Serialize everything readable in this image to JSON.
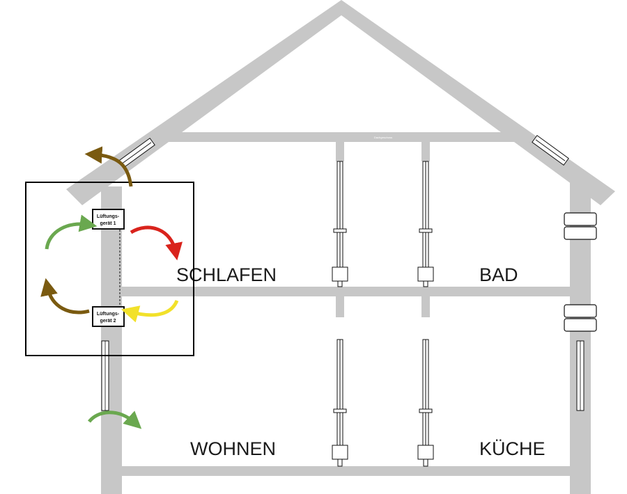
{
  "rooms": {
    "schlafen": "SCHLAFEN",
    "bad": "BAD",
    "wohnen": "WOHNEN",
    "kueche": "KÜCHE"
  },
  "units": {
    "unit1_line1": "Lüftungs-",
    "unit1_line2": "gerät 1",
    "unit2_line1": "Lüftungs-",
    "unit2_line2": "gerät 2"
  },
  "attic": {
    "label": "Dachgeschoss"
  },
  "colors": {
    "wall": "#c7c7c7",
    "green": "#6aa84f",
    "red": "#d9231c",
    "brown": "#7a5a10",
    "yellow": "#f2e12a",
    "frame": "#000000"
  }
}
